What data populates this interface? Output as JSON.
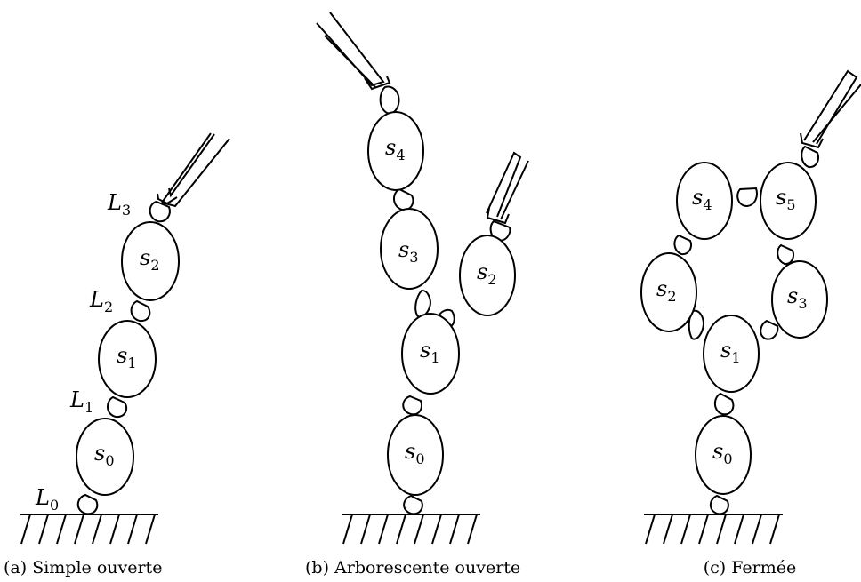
{
  "captions": {
    "a": "(a) Simple ouverte",
    "b": "(b) Arborescente ouverte",
    "c": "(c) Fermée"
  },
  "diagram_a": {
    "segments": [
      {
        "base": "s",
        "sub": "0"
      },
      {
        "base": "s",
        "sub": "1"
      },
      {
        "base": "s",
        "sub": "2"
      }
    ],
    "links": [
      {
        "base": "L",
        "sub": "0"
      },
      {
        "base": "L",
        "sub": "1"
      },
      {
        "base": "L",
        "sub": "2"
      },
      {
        "base": "L",
        "sub": "3"
      }
    ]
  },
  "diagram_b": {
    "segments": [
      {
        "base": "s",
        "sub": "0"
      },
      {
        "base": "s",
        "sub": "1"
      },
      {
        "base": "s",
        "sub": "2"
      },
      {
        "base": "s",
        "sub": "3"
      },
      {
        "base": "s",
        "sub": "4"
      }
    ]
  },
  "diagram_c": {
    "segments": [
      {
        "base": "s",
        "sub": "0"
      },
      {
        "base": "s",
        "sub": "1"
      },
      {
        "base": "s",
        "sub": "2"
      },
      {
        "base": "s",
        "sub": "3"
      },
      {
        "base": "s",
        "sub": "4"
      },
      {
        "base": "s",
        "sub": "5"
      }
    ]
  }
}
